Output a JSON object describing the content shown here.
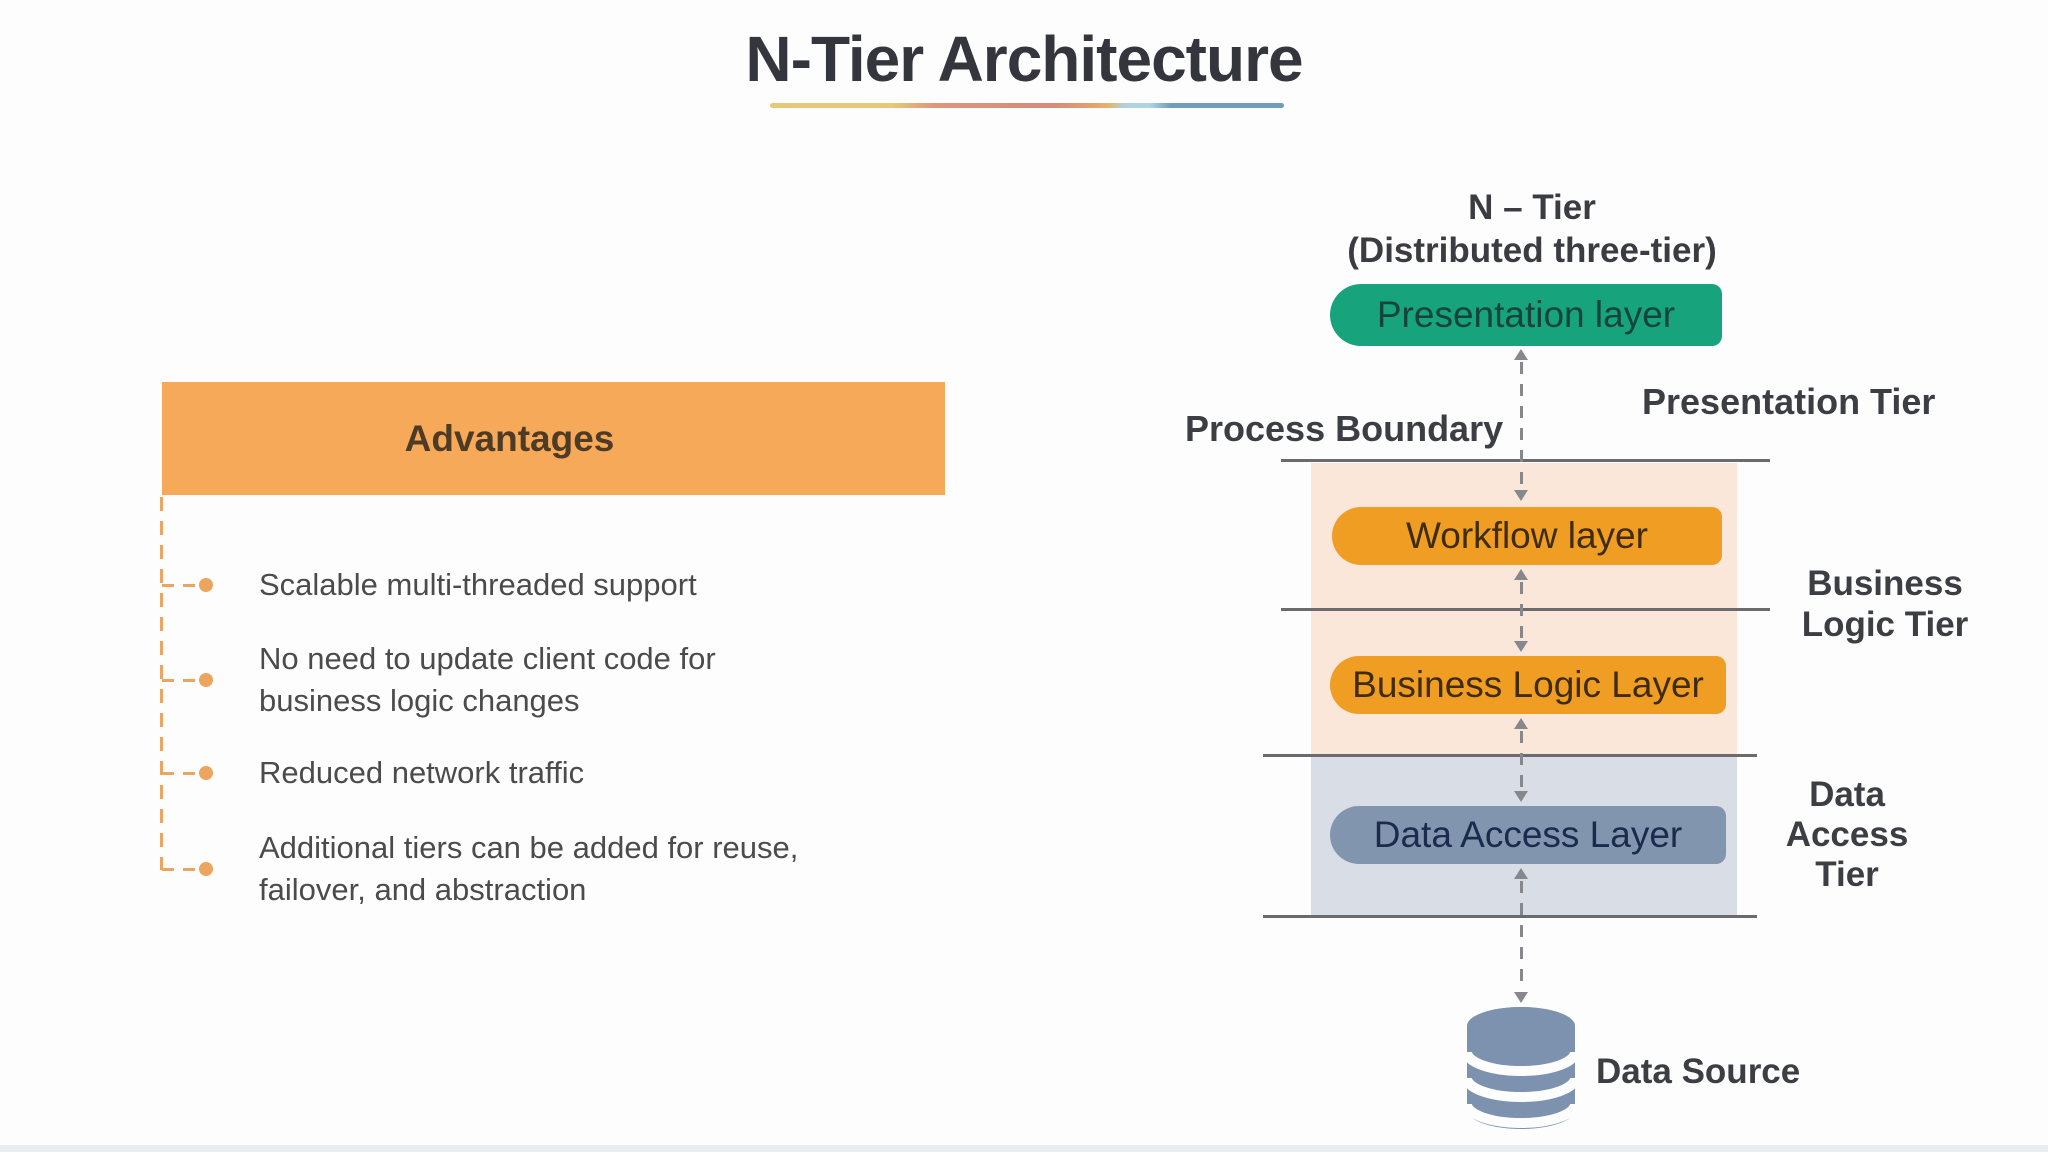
{
  "title": {
    "text": "N-Tier Architecture"
  },
  "advantages": {
    "header": "Advantages",
    "items": [
      {
        "lines": [
          "Scalable multi-threaded support"
        ]
      },
      {
        "lines": [
          "No need to update client code for",
          "business logic changes"
        ]
      },
      {
        "lines": [
          "Reduced network traffic"
        ]
      },
      {
        "lines": [
          "Additional tiers can be added for reuse,",
          "failover, and abstraction"
        ]
      }
    ]
  },
  "diagram": {
    "heading": {
      "line1": "N – Tier",
      "line2": "(Distributed three-tier)"
    },
    "layers": [
      {
        "label": "Presentation layer",
        "color": "#17a47c"
      },
      {
        "label": "Workflow layer",
        "color": "#f09d24"
      },
      {
        "label": "Business Logic Layer",
        "color": "#f09d24"
      },
      {
        "label": "Data Access Layer",
        "color": "#8295af"
      }
    ],
    "labels": {
      "process_boundary": "Process Boundary",
      "presentation_tier": "Presentation Tier",
      "business_logic_tier": [
        "Business",
        "Logic Tier"
      ],
      "data_access_tier": [
        "Data",
        "Access",
        "Tier"
      ],
      "data_source": "Data Source"
    }
  },
  "colors": {
    "advantages_header_bg": "#f6a958",
    "bullet_accent": "#e9a561",
    "presentation_layer": "#17a47c",
    "logic_layer": "#f09d24",
    "data_layer": "#8295af",
    "business_region_bg": "#fae7da",
    "data_region_bg": "#d9dde6",
    "boundary_line": "#6b6b6e",
    "connector": "#86888c",
    "cylinder": "#7d92ae",
    "underline_gradient": [
      "#e6c876",
      "#d98a79",
      "#e6b36b",
      "#aed3e4",
      "#6f9dbb"
    ]
  }
}
